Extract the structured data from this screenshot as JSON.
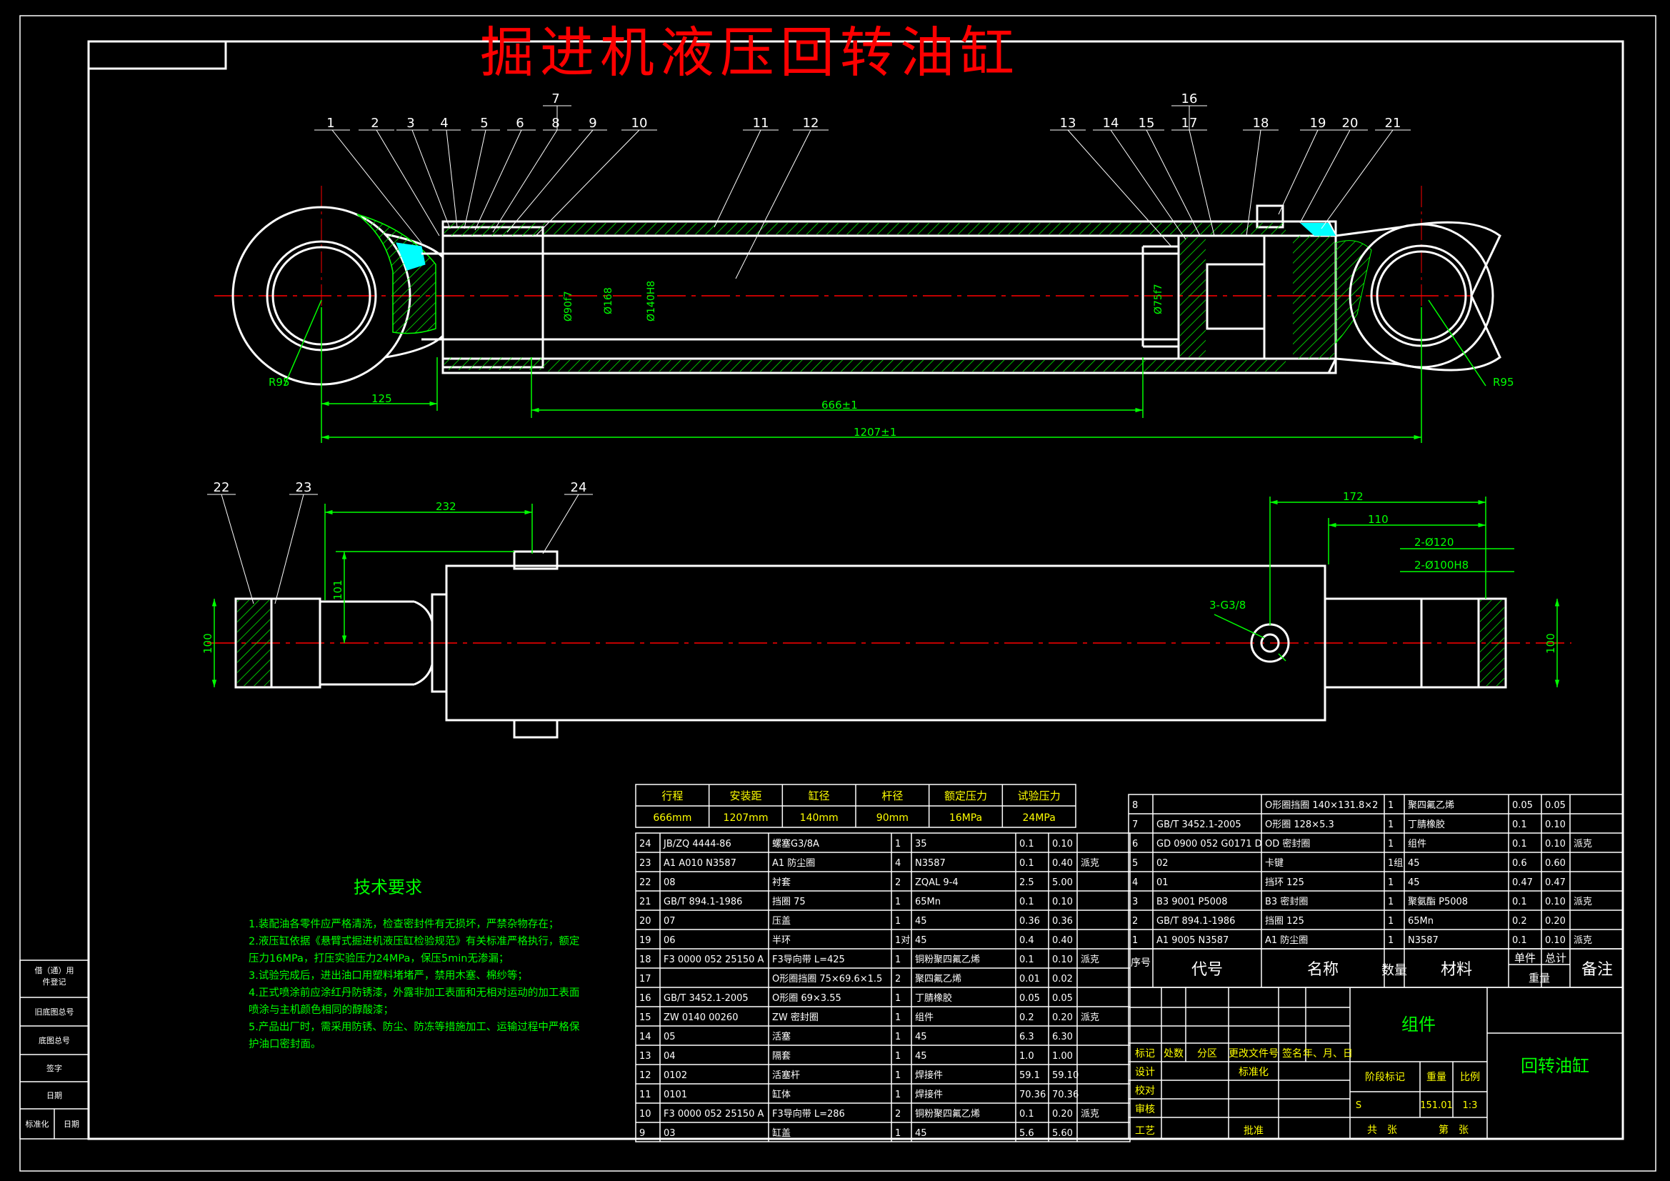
{
  "title": "掘进机液压回转油缸",
  "callouts": [
    "1",
    "2",
    "3",
    "4",
    "5",
    "6",
    "7",
    "8",
    "9",
    "10",
    "11",
    "12",
    "13",
    "14",
    "15",
    "16",
    "17",
    "18",
    "19",
    "20",
    "21",
    "22",
    "23",
    "24"
  ],
  "dimensions": {
    "r_left": "R95",
    "r_right": "R95",
    "d125": "125",
    "d666": "666±1",
    "d1207": "1207±1",
    "dia90": "Ø90f7",
    "dia168": "Ø168",
    "dia140": "Ø140H8",
    "dia75": "Ø75f7",
    "d232": "232",
    "d172": "172",
    "d110": "110",
    "d101": "101",
    "d100_left": "100",
    "d100_right": "100",
    "dia120": "2-Ø120",
    "dia100": "2-Ø100H8",
    "port": "3-G3/8"
  },
  "tech": {
    "heading": "技术要求",
    "lines": [
      "1.装配油各零件应严格清洗，检查密封件有无损坏，严禁杂物存在；",
      "2.液压缸依据《悬臂式掘进机液压缸检验规范》有关标准严格执行，额定",
      "压力16MPa，打压实验压力24MPa，保压5min无渗漏；",
      "3.试验完成后，进出油口用塑料堵堵严，禁用木塞、棉纱等；",
      "4.正式喷涂前应涂红丹防锈漆，外露非加工表面和无相对运动的加工表面",
      "喷涂与主机颜色相同的醇酸漆；",
      "5.产品出厂时，需采用防锈、防尘、防冻等措施加工、运输过程中严格保",
      "护油口密封面。"
    ]
  },
  "spec": {
    "headers": [
      "行程",
      "安装距",
      "缸径",
      "杆径",
      "额定压力",
      "试验压力"
    ],
    "values": [
      "666mm",
      "1207mm",
      "140mm",
      "90mm",
      "16MPa",
      "24MPa"
    ]
  },
  "bom_left": [
    [
      "24",
      "JB/ZQ 4444-86",
      "螺塞G3/8A",
      "1",
      "35",
      "0.1",
      "0.10",
      ""
    ],
    [
      "23",
      "A1 A010 N3587",
      "A1 防尘圈",
      "4",
      "N3587",
      "0.1",
      "0.40",
      "派克"
    ],
    [
      "22",
      "08",
      "衬套",
      "2",
      "ZQAL 9-4",
      "2.5",
      "5.00",
      ""
    ],
    [
      "21",
      "GB/T 894.1-1986",
      "挡圈 75",
      "1",
      "65Mn",
      "0.1",
      "0.10",
      ""
    ],
    [
      "20",
      "07",
      "压盖",
      "1",
      "45",
      "0.36",
      "0.36",
      ""
    ],
    [
      "19",
      "06",
      "半环",
      "1对",
      "45",
      "0.4",
      "0.40",
      ""
    ],
    [
      "18",
      "F3 0000 052 25150 A",
      "F3导向带 L=425",
      "1",
      "铜粉聚四氟乙烯",
      "0.1",
      "0.10",
      "派克"
    ],
    [
      "17",
      "",
      "O形圈挡圈 75×69.6×1.5",
      "2",
      "聚四氟乙烯",
      "0.01",
      "0.02",
      ""
    ],
    [
      "16",
      "GB/T 3452.1-2005",
      "O形圈 69×3.55",
      "1",
      "丁腈橡胶",
      "0.05",
      "0.05",
      ""
    ],
    [
      "15",
      "ZW 0140 00260",
      "ZW 密封圈",
      "1",
      "组件",
      "0.2",
      "0.20",
      "派克"
    ],
    [
      "14",
      "05",
      "活塞",
      "1",
      "45",
      "6.3",
      "6.30",
      ""
    ],
    [
      "13",
      "04",
      "隔套",
      "1",
      "45",
      "1.0",
      "1.00",
      ""
    ],
    [
      "12",
      "0102",
      "活塞杆",
      "1",
      "焊接件",
      "59.1",
      "59.10",
      ""
    ],
    [
      "11",
      "0101",
      "缸体",
      "1",
      "焊接件",
      "70.36",
      "70.36",
      ""
    ],
    [
      "10",
      "F3 0000 052 25150 A",
      "F3导向带 L=286",
      "2",
      "铜粉聚四氟乙烯",
      "0.1",
      "0.20",
      "派克"
    ],
    [
      "9",
      "03",
      "缸盖",
      "1",
      "45",
      "5.6",
      "5.60",
      ""
    ]
  ],
  "bom_right": [
    [
      "8",
      "",
      "O形圈挡圈 140×131.8×2",
      "1",
      "聚四氟乙烯",
      "0.05",
      "0.05",
      ""
    ],
    [
      "7",
      "GB/T 3452.1-2005",
      "O形圈 128×5.3",
      "1",
      "丁腈橡胶",
      "0.1",
      "0.10",
      ""
    ],
    [
      "6",
      "GD 0900 052 G0171 D",
      "OD 密封圈",
      "1",
      "组件",
      "0.1",
      "0.10",
      "派克"
    ],
    [
      "5",
      "02",
      "卡键",
      "1组",
      "45",
      "0.6",
      "0.60",
      ""
    ],
    [
      "4",
      "01",
      "挡环 125",
      "1",
      "45",
      "0.47",
      "0.47",
      ""
    ],
    [
      "3",
      "B3 9001 P5008",
      "B3 密封圈",
      "1",
      "聚氨酯 P5008",
      "0.1",
      "0.10",
      "派克"
    ],
    [
      "2",
      "GB/T 894.1-1986",
      "挡圈 125",
      "1",
      "65Mn",
      "0.2",
      "0.20",
      ""
    ],
    [
      "1",
      "A1 9005 N3587",
      "A1 防尘圈",
      "1",
      "N3587",
      "0.1",
      "0.10",
      "派克"
    ]
  ],
  "bom_header": {
    "seq": "序号",
    "code": "代号",
    "name": "名称",
    "qty": "数量",
    "material": "材料",
    "unit": "单件",
    "total": "总计",
    "weight": "重量",
    "remark": "备注"
  },
  "title_block": {
    "assembly": "组件",
    "part_name": "回转油缸",
    "labels": [
      "标记",
      "处数",
      "分区",
      "更改文件号",
      "签名",
      "年、月、日"
    ],
    "design": "设计",
    "standardize": "标准化",
    "check": "校对",
    "audit": "审核",
    "process": "工艺",
    "approve": "批准",
    "stage_mark": "阶段标记",
    "weight_label": "重量",
    "scale_label": "比例",
    "stage_value": "S",
    "weight_value": "151.01",
    "scale_value": "1:3",
    "sheet_total": "共　张",
    "sheet_no": "第　张"
  },
  "side_block": [
    "借（通）用",
    "件登记",
    "旧底图总号",
    "底图总号",
    "签字",
    "日期",
    "标准化",
    "日期"
  ]
}
